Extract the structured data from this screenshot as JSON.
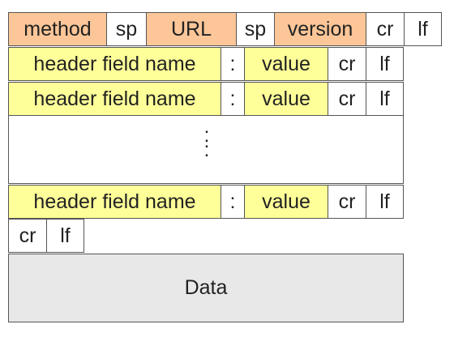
{
  "request_line": {
    "method": "method",
    "sp1": "sp",
    "url": "URL",
    "sp2": "sp",
    "version": "version",
    "cr": "cr",
    "lf": "lf"
  },
  "header_lines": [
    {
      "field_name": "header field name",
      "colon": ":",
      "value": "value",
      "cr": "cr",
      "lf": "lf"
    },
    {
      "field_name": "header field name",
      "colon": ":",
      "value": "value",
      "cr": "cr",
      "lf": "lf"
    },
    {
      "field_name": "header field name",
      "colon": ":",
      "value": "value",
      "cr": "cr",
      "lf": "lf"
    }
  ],
  "ellipsis": [
    ":",
    ":"
  ],
  "blank_line": {
    "cr": "cr",
    "lf": "lf"
  },
  "body": {
    "label": "Data"
  },
  "colors": {
    "request_line_fill": "#fcc698",
    "header_fill": "#ffff99",
    "body_fill": "#e8e8e8",
    "border": "#555555"
  }
}
